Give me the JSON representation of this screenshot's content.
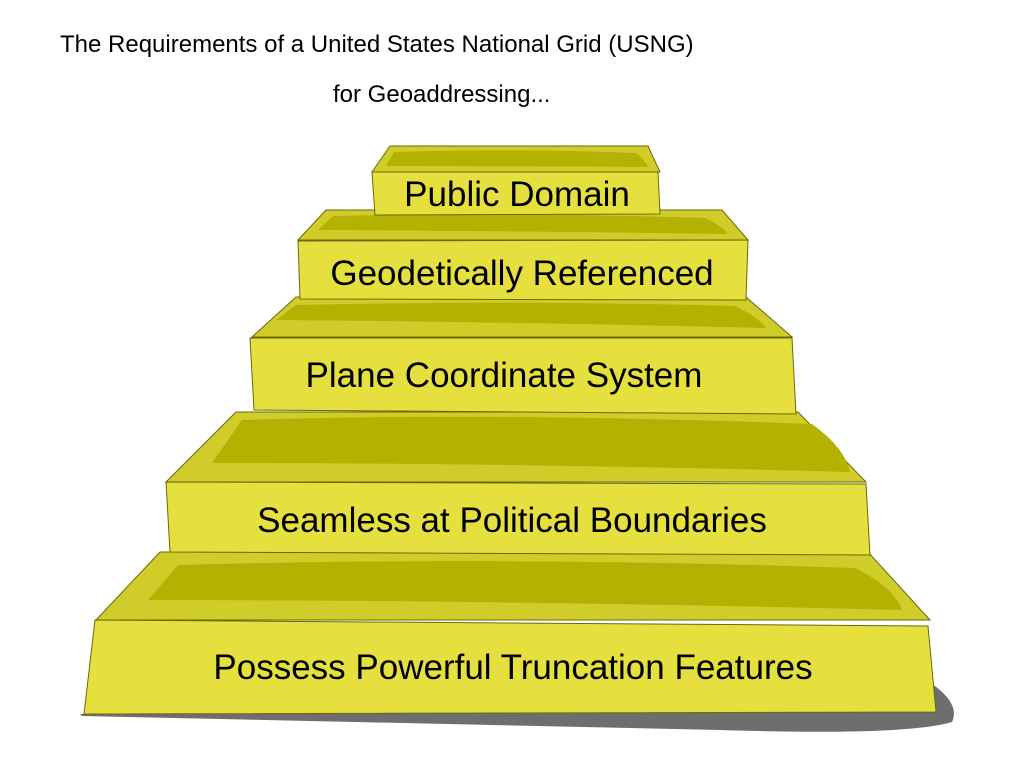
{
  "title": {
    "line1": "The Requirements of a United States National Grid (USNG)",
    "line2": "for Geoaddressing..."
  },
  "steps": [
    {
      "label": "Public Domain"
    },
    {
      "label": "Geodetically Referenced"
    },
    {
      "label": "Plane Coordinate System"
    },
    {
      "label": "Seamless at Political Boundaries"
    },
    {
      "label": "Possess Powerful Truncation Features"
    }
  ],
  "colors": {
    "face": "#e6e03f",
    "top": "#d0cc2a",
    "tread": "#b3b200",
    "shadow": "#6e6e6e",
    "outline": "#6a6a0a"
  }
}
